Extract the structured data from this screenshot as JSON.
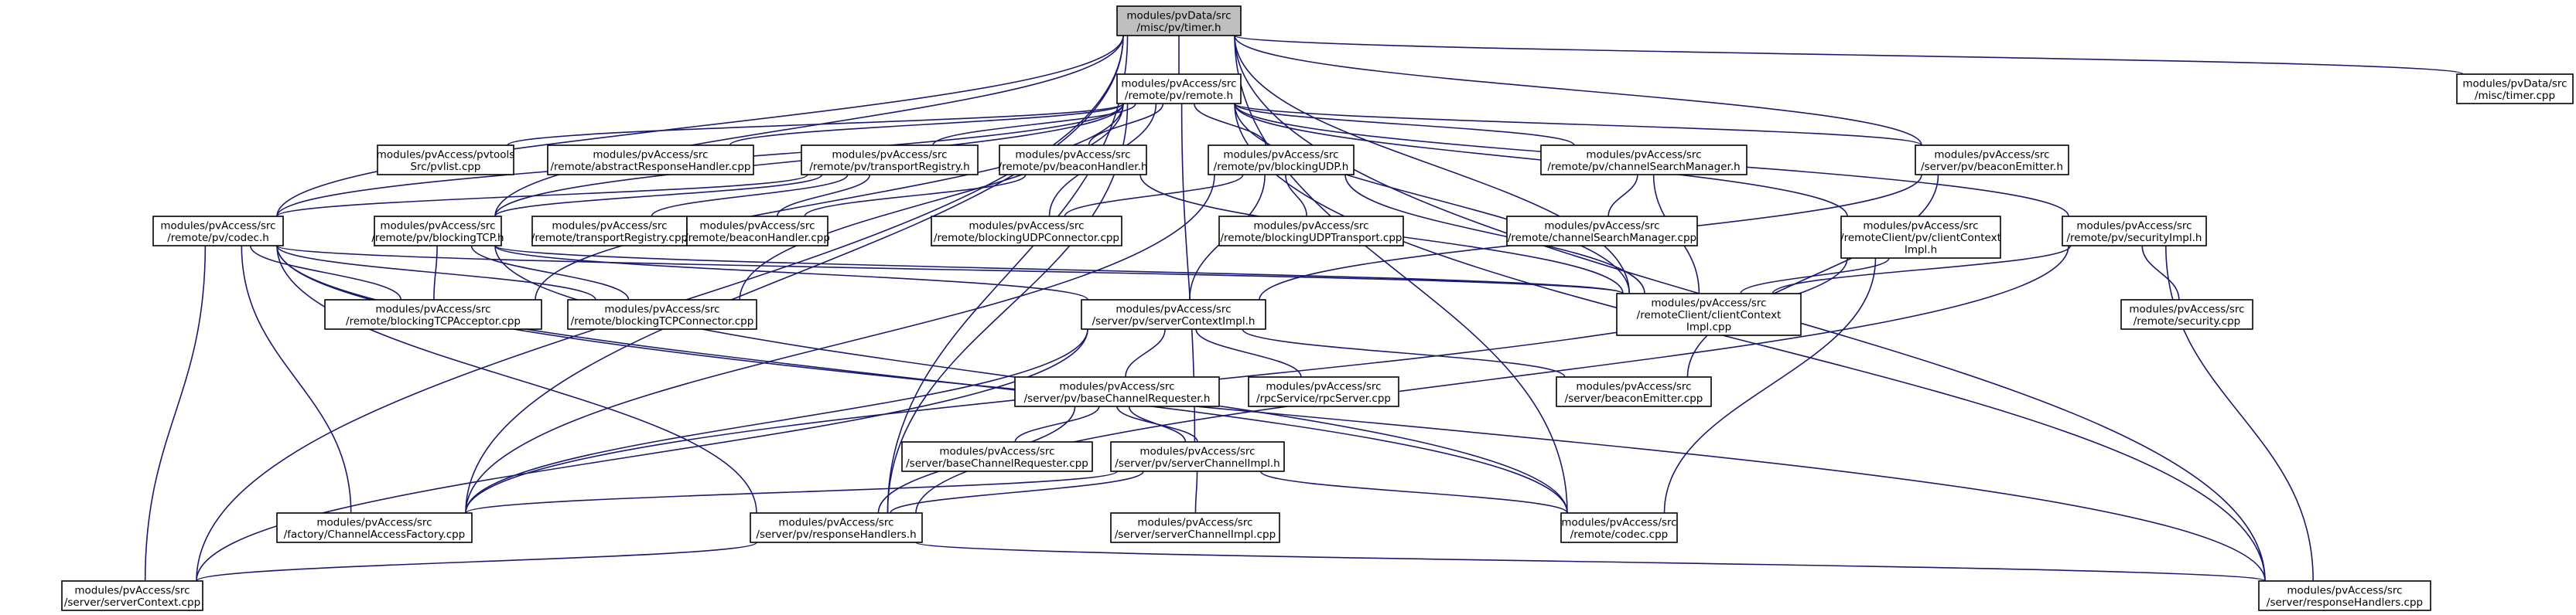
{
  "colors": {
    "edge": "#191970",
    "focus_fill": "#bfbfbf",
    "node_fill": "#ffffff",
    "node_border": "#000000"
  },
  "nodes": [
    {
      "id": "timer_h",
      "lines": [
        "modules/pvData/src",
        "/misc/pv/timer.h"
      ],
      "focus": true
    },
    {
      "id": "remote_h",
      "lines": [
        "modules/pvAccess/src",
        "/remote/pv/remote.h"
      ]
    },
    {
      "id": "timer_cpp",
      "lines": [
        "modules/pvData/src",
        "/misc/timer.cpp"
      ]
    },
    {
      "id": "pvlist",
      "lines": [
        "modules/pvAccess/pvtools",
        "Src/pvlist.cpp"
      ]
    },
    {
      "id": "abstractResp",
      "lines": [
        "modules/pvAccess/src",
        "/remote/abstractResponseHandler.cpp"
      ]
    },
    {
      "id": "transportReg_h",
      "lines": [
        "modules/pvAccess/src",
        "/remote/pv/transportRegistry.h"
      ]
    },
    {
      "id": "beaconHandler_h",
      "lines": [
        "modules/pvAccess/src",
        "/remote/pv/beaconHandler.h"
      ]
    },
    {
      "id": "blockingUDP_h",
      "lines": [
        "modules/pvAccess/src",
        "/remote/pv/blockingUDP.h"
      ]
    },
    {
      "id": "chanSearchMgr_h",
      "lines": [
        "modules/pvAccess/src",
        "/remote/pv/channelSearchManager.h"
      ]
    },
    {
      "id": "beaconEmitter_h",
      "lines": [
        "modules/pvAccess/src",
        "/server/pv/beaconEmitter.h"
      ]
    },
    {
      "id": "codec_h",
      "lines": [
        "modules/pvAccess/src",
        "/remote/pv/codec.h"
      ]
    },
    {
      "id": "blockingTCP_h",
      "lines": [
        "modules/pvAccess/src",
        "/remote/pv/blockingTCP.h"
      ]
    },
    {
      "id": "transportReg_cpp",
      "lines": [
        "modules/pvAccess/src",
        "/remote/transportRegistry.cpp"
      ]
    },
    {
      "id": "beaconHandler_cpp",
      "lines": [
        "modules/pvAccess/src",
        "/remote/beaconHandler.cpp"
      ]
    },
    {
      "id": "blockingUDPConn",
      "lines": [
        "modules/pvAccess/src",
        "/remote/blockingUDPConnector.cpp"
      ]
    },
    {
      "id": "blockingUDPTrans",
      "lines": [
        "modules/pvAccess/src",
        "/remote/blockingUDPTransport.cpp"
      ]
    },
    {
      "id": "chanSearchMgr_cpp",
      "lines": [
        "modules/pvAccess/src",
        "/remote/channelSearchManager.cpp"
      ]
    },
    {
      "id": "clientCtxImpl_h",
      "lines": [
        "modules/pvAccess/src",
        "/remoteClient/pv/clientContext",
        "Impl.h"
      ]
    },
    {
      "id": "securityImpl_h",
      "lines": [
        "modules/pvAccess/src",
        "/remote/pv/securityImpl.h"
      ]
    },
    {
      "id": "blockingTCPAcc",
      "lines": [
        "modules/pvAccess/src",
        "/remote/blockingTCPAcceptor.cpp"
      ]
    },
    {
      "id": "blockingTCPConn",
      "lines": [
        "modules/pvAccess/src",
        "/remote/blockingTCPConnector.cpp"
      ]
    },
    {
      "id": "serverCtxImpl_h",
      "lines": [
        "modules/pvAccess/src",
        "/server/pv/serverContextImpl.h"
      ]
    },
    {
      "id": "clientCtxImpl_cpp",
      "lines": [
        "modules/pvAccess/src",
        "/remoteClient/clientContext",
        "Impl.cpp"
      ]
    },
    {
      "id": "security_cpp",
      "lines": [
        "modules/pvAccess/src",
        "/remote/security.cpp"
      ]
    },
    {
      "id": "baseChanReq_h",
      "lines": [
        "modules/pvAccess/src",
        "/server/pv/baseChannelRequester.h"
      ]
    },
    {
      "id": "rpcServer",
      "lines": [
        "modules/pvAccess/src",
        "/rpcService/rpcServer.cpp"
      ]
    },
    {
      "id": "beaconEmitter_cpp",
      "lines": [
        "modules/pvAccess/src",
        "/server/beaconEmitter.cpp"
      ]
    },
    {
      "id": "baseChanReq_cpp",
      "lines": [
        "modules/pvAccess/src",
        "/server/baseChannelRequester.cpp"
      ]
    },
    {
      "id": "serverChanImpl_h",
      "lines": [
        "modules/pvAccess/src",
        "/server/pv/serverChannelImpl.h"
      ]
    },
    {
      "id": "chanAccessFactory",
      "lines": [
        "modules/pvAccess/src",
        "/factory/ChannelAccessFactory.cpp"
      ]
    },
    {
      "id": "responseHandlers_h",
      "lines": [
        "modules/pvAccess/src",
        "/server/pv/responseHandlers.h"
      ]
    },
    {
      "id": "serverChanImpl_cpp",
      "lines": [
        "modules/pvAccess/src",
        "/server/serverChannelImpl.cpp"
      ]
    },
    {
      "id": "codec_cpp",
      "lines": [
        "modules/pvAccess/src",
        "/remote/codec.cpp"
      ]
    },
    {
      "id": "serverContext_cpp",
      "lines": [
        "modules/pvAccess/src",
        "/server/serverContext.cpp"
      ]
    },
    {
      "id": "responseHandlers_cpp",
      "lines": [
        "modules/pvAccess/src",
        "/server/responseHandlers.cpp"
      ]
    }
  ],
  "edges": [
    [
      "timer_h",
      "remote_h"
    ],
    [
      "timer_h",
      "timer_cpp"
    ],
    [
      "timer_h",
      "codec_h"
    ],
    [
      "timer_h",
      "blockingTCP_h"
    ],
    [
      "timer_h",
      "beaconEmitter_h"
    ],
    [
      "timer_h",
      "clientCtxImpl_cpp"
    ],
    [
      "timer_h",
      "responseHandlers_h"
    ],
    [
      "timer_h",
      "chanAccessFactory"
    ],
    [
      "timer_h",
      "serverContext_cpp"
    ],
    [
      "timer_h",
      "codec_cpp"
    ],
    [
      "timer_h",
      "responseHandlers_cpp"
    ],
    [
      "remote_h",
      "pvlist"
    ],
    [
      "remote_h",
      "abstractResp"
    ],
    [
      "remote_h",
      "transportReg_h"
    ],
    [
      "remote_h",
      "beaconHandler_h"
    ],
    [
      "remote_h",
      "blockingUDP_h"
    ],
    [
      "remote_h",
      "chanSearchMgr_h"
    ],
    [
      "remote_h",
      "beaconEmitter_h"
    ],
    [
      "remote_h",
      "codec_h"
    ],
    [
      "remote_h",
      "blockingTCP_h"
    ],
    [
      "remote_h",
      "blockingUDPConn"
    ],
    [
      "remote_h",
      "clientCtxImpl_h"
    ],
    [
      "remote_h",
      "securityImpl_h"
    ],
    [
      "remote_h",
      "blockingTCPAcc"
    ],
    [
      "remote_h",
      "blockingTCPConn"
    ],
    [
      "remote_h",
      "clientCtxImpl_cpp"
    ],
    [
      "remote_h",
      "serverChanImpl_h"
    ],
    [
      "remote_h",
      "responseHandlers_h"
    ],
    [
      "remote_h",
      "responseHandlers_cpp"
    ],
    [
      "transportReg_h",
      "codec_h"
    ],
    [
      "transportReg_h",
      "blockingTCP_h"
    ],
    [
      "transportReg_h",
      "transportReg_cpp"
    ],
    [
      "transportReg_h",
      "beaconHandler_cpp"
    ],
    [
      "beaconHandler_h",
      "beaconHandler_cpp"
    ],
    [
      "beaconHandler_h",
      "clientCtxImpl_cpp"
    ],
    [
      "blockingUDP_h",
      "blockingUDPConn"
    ],
    [
      "blockingUDP_h",
      "blockingUDPTrans"
    ],
    [
      "blockingUDP_h",
      "serverCtxImpl_h"
    ],
    [
      "blockingUDP_h",
      "clientCtxImpl_cpp"
    ],
    [
      "blockingUDP_h",
      "chanAccessFactory"
    ],
    [
      "chanSearchMgr_h",
      "chanSearchMgr_cpp"
    ],
    [
      "chanSearchMgr_h",
      "clientCtxImpl_cpp"
    ],
    [
      "beaconEmitter_h",
      "serverCtxImpl_h"
    ],
    [
      "beaconEmitter_h",
      "beaconEmitter_cpp"
    ],
    [
      "codec_h",
      "blockingTCPAcc"
    ],
    [
      "codec_h",
      "blockingTCPConn"
    ],
    [
      "codec_h",
      "clientCtxImpl_cpp"
    ],
    [
      "codec_h",
      "chanAccessFactory"
    ],
    [
      "codec_h",
      "serverContext_cpp"
    ],
    [
      "codec_h",
      "responseHandlers_cpp"
    ],
    [
      "codec_h",
      "codec_cpp"
    ],
    [
      "codec_h",
      "responseHandlers_h"
    ],
    [
      "blockingTCP_h",
      "blockingTCPAcc"
    ],
    [
      "blockingTCP_h",
      "blockingTCPConn"
    ],
    [
      "blockingTCP_h",
      "serverCtxImpl_h"
    ],
    [
      "blockingTCP_h",
      "clientCtxImpl_cpp"
    ],
    [
      "blockingTCP_h",
      "codec_cpp"
    ],
    [
      "clientCtxImpl_h",
      "clientCtxImpl_cpp"
    ],
    [
      "clientCtxImpl_h",
      "chanAccessFactory"
    ],
    [
      "clientCtxImpl_h",
      "codec_cpp"
    ],
    [
      "securityImpl_h",
      "security_cpp"
    ],
    [
      "securityImpl_h",
      "clientCtxImpl_cpp"
    ],
    [
      "securityImpl_h",
      "responseHandlers_cpp"
    ],
    [
      "securityImpl_h",
      "responseHandlers_h"
    ],
    [
      "serverCtxImpl_h",
      "baseChanReq_h"
    ],
    [
      "serverCtxImpl_h",
      "rpcServer"
    ],
    [
      "serverCtxImpl_h",
      "beaconEmitter_cpp"
    ],
    [
      "serverCtxImpl_h",
      "chanAccessFactory"
    ],
    [
      "serverCtxImpl_h",
      "serverContext_cpp"
    ],
    [
      "baseChanReq_h",
      "baseChanReq_cpp"
    ],
    [
      "baseChanReq_h",
      "serverChanImpl_h"
    ],
    [
      "baseChanReq_h",
      "responseHandlers_h"
    ],
    [
      "serverChanImpl_h",
      "baseChanReq_h"
    ],
    [
      "serverChanImpl_h",
      "chanAccessFactory"
    ],
    [
      "serverChanImpl_h",
      "responseHandlers_h"
    ],
    [
      "serverChanImpl_h",
      "serverChanImpl_cpp"
    ],
    [
      "serverChanImpl_h",
      "codec_cpp"
    ],
    [
      "responseHandlers_h",
      "serverContext_cpp"
    ],
    [
      "responseHandlers_h",
      "responseHandlers_cpp"
    ]
  ]
}
